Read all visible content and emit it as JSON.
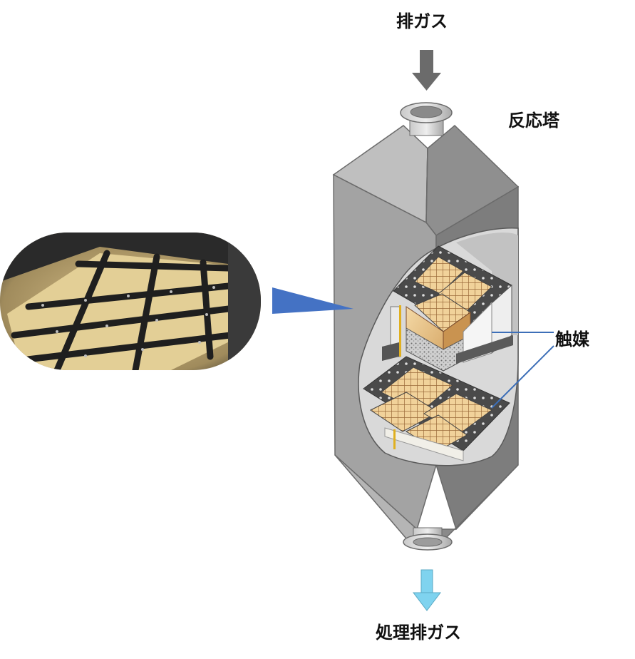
{
  "labels": {
    "inlet_gas": "排ガス",
    "reactor_tower": "反応塔",
    "catalyst": "触媒",
    "treated_gas": "処理排ガス"
  },
  "colors": {
    "inlet_arrow": "#6b6b6b",
    "outlet_arrow": "#7fd3ef",
    "callout_lines": "#3d6fb8",
    "pointer_triangle": "#4472c4",
    "tower_steel": "#a9a9a9",
    "catalyst_block": "#e8c48a"
  }
}
